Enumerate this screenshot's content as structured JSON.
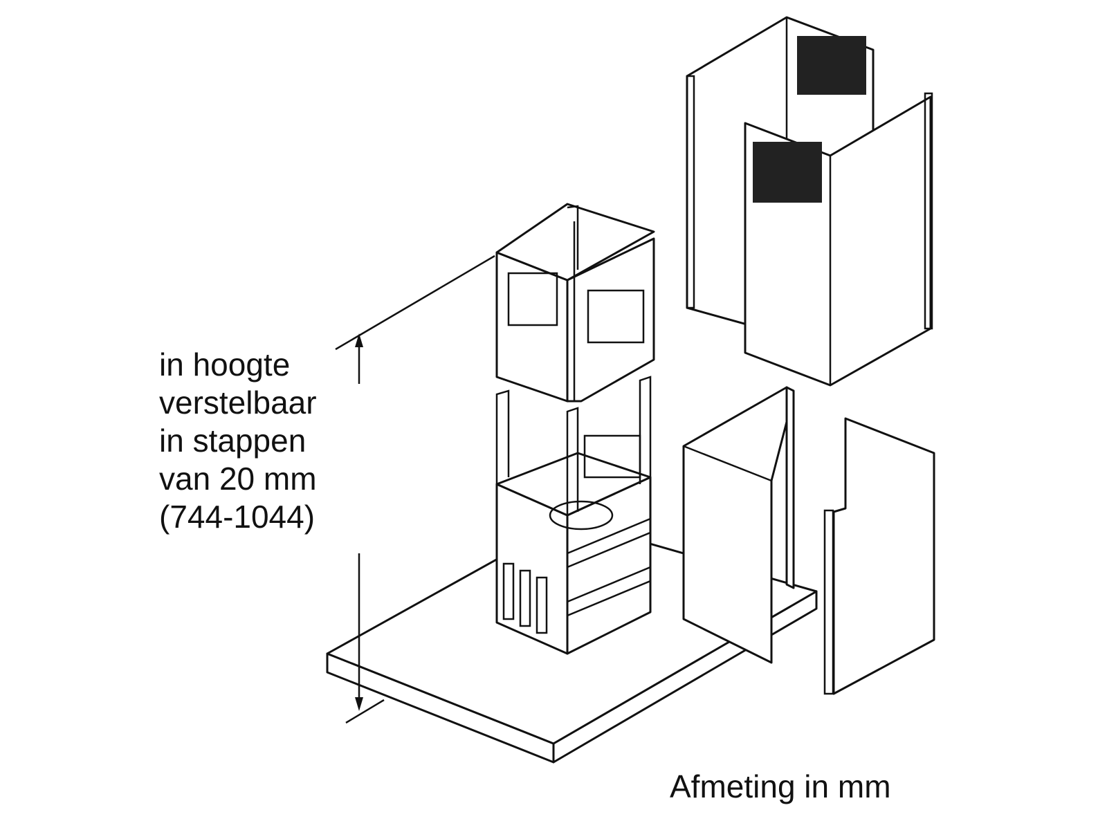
{
  "diagram": {
    "height_note": [
      "in hoogte",
      "verstelbaar",
      "in stappen",
      "van 20 mm",
      "(744-1044)"
    ],
    "unit_note": "Afmeting in mm"
  },
  "colors": {
    "line": "#111111",
    "background": "#ffffff"
  }
}
